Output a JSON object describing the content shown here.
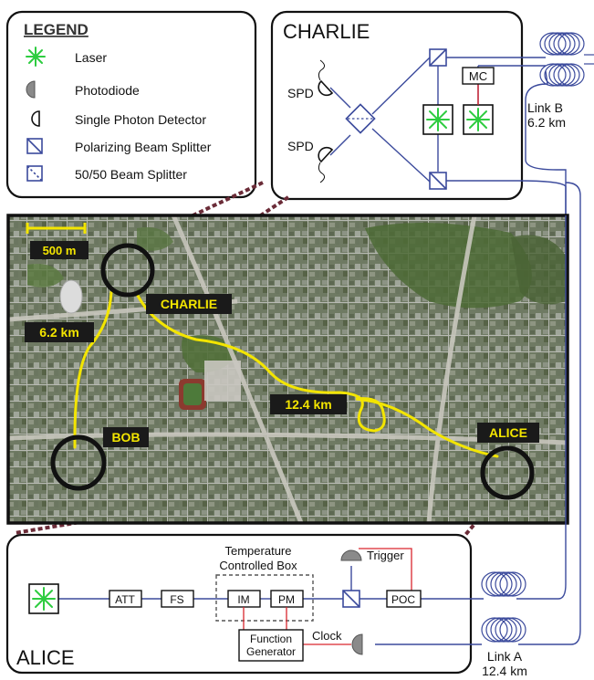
{
  "legend": {
    "title": "LEGEND",
    "items": [
      {
        "icon": "laser-icon",
        "label": "Laser"
      },
      {
        "icon": "photodiode-icon",
        "label": "Photodiode"
      },
      {
        "icon": "single-photon-detector-icon",
        "label": "Single Photon Detector"
      },
      {
        "icon": "polarizing-beam-splitter-icon",
        "label": "Polarizing Beam Splitter"
      },
      {
        "icon": "beam-splitter-5050-icon",
        "label": "50/50 Beam Splitter"
      }
    ]
  },
  "charlie": {
    "title": "CHARLIE",
    "spd_top": "SPD",
    "spd_bottom": "SPD",
    "mc": "MC",
    "link_b_line1": "Link B",
    "link_b_line2": "6.2 km"
  },
  "map": {
    "scale": "500 m",
    "charlie": "CHARLIE",
    "bob": "BOB",
    "alice": "ALICE",
    "dist_bob": "6.2 km",
    "dist_alice": "12.4 km"
  },
  "alice": {
    "title": "ALICE",
    "att": "ATT",
    "fs": "FS",
    "im": "IM",
    "pm": "PM",
    "poc": "POC",
    "temp_box_line1": "Temperature",
    "temp_box_line2": "Controlled Box",
    "trigger": "Trigger",
    "clock": "Clock",
    "func_gen_line1": "Function",
    "func_gen_line2": "Generator",
    "link_a_line1": "Link A",
    "link_a_line2": "12.4 km"
  },
  "colors": {
    "fiber": "#3b4a9c",
    "laser": "#2ecc40",
    "electrical": "#d9262e",
    "route": "#f3e500",
    "map_frame": "#111111"
  }
}
